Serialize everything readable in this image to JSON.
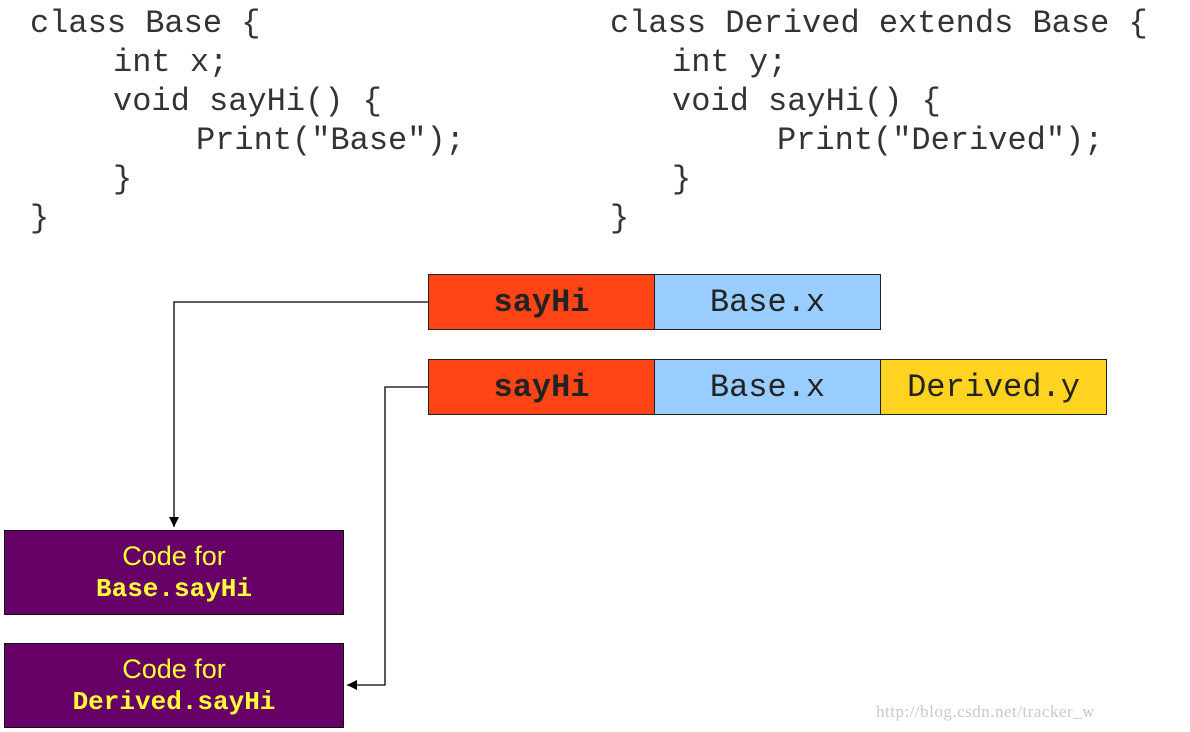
{
  "colors": {
    "method_cell": "#ff4516",
    "base_field_cell": "#99ccff",
    "derived_field_cell": "#ffd320",
    "code_box_bg": "#660066",
    "code_box_text": "#ffff38",
    "arrow": "#000000",
    "code_text": "#333333"
  },
  "code": {
    "base": [
      "class Base {",
      "int x;",
      "void sayHi() {",
      "Print(\"Base\");",
      "}",
      "}"
    ],
    "derived": [
      "class Derived extends Base {",
      "int y;",
      "void sayHi() {",
      "Print(\"Derived\");",
      "}",
      "}"
    ]
  },
  "objects": {
    "base": {
      "method": "sayHi",
      "field_x": "Base.x"
    },
    "derived": {
      "method": "sayHi",
      "field_x": "Base.x",
      "field_y": "Derived.y"
    }
  },
  "code_boxes": {
    "base": {
      "caption": "Code for",
      "function": "Base.sayHi"
    },
    "derived": {
      "caption": "Code for",
      "function": "Derived.sayHi"
    }
  },
  "watermark": "http://blog.csdn.net/tracker_w"
}
